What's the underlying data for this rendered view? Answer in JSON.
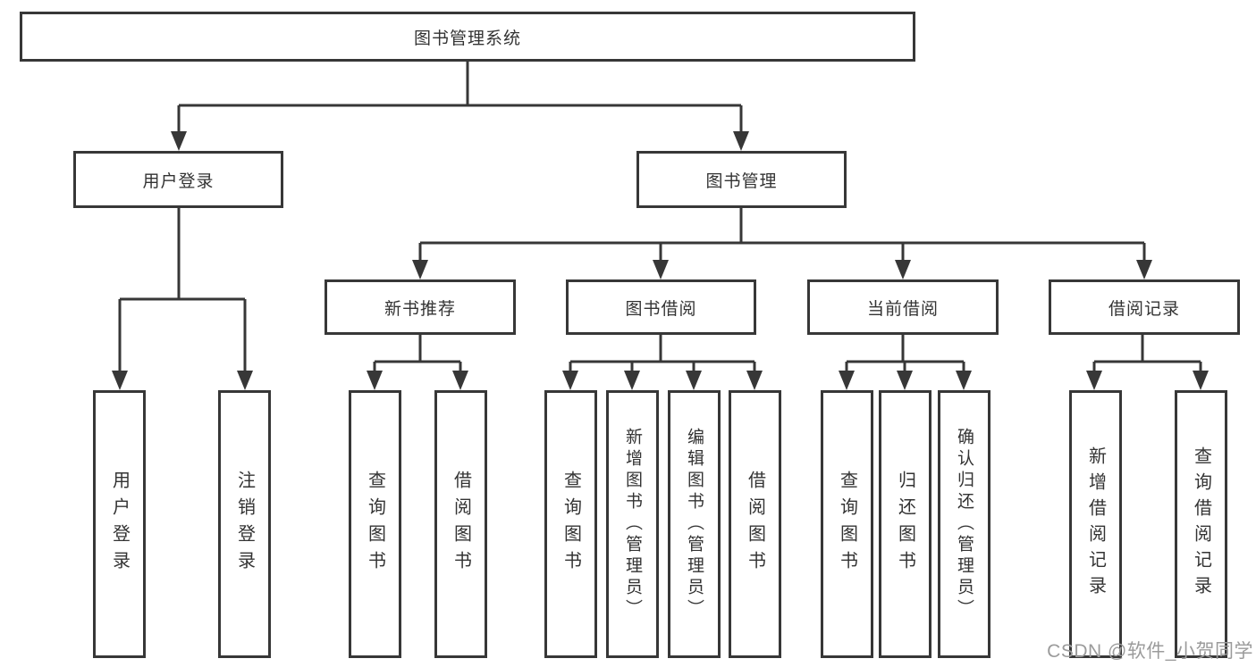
{
  "diagram": {
    "title": "图书管理系统",
    "level2": {
      "user_login": "用户登录",
      "book_management": "图书管理"
    },
    "level3": {
      "new_book_recommendation": "新书推荐",
      "book_borrowing": "图书借阅",
      "current_borrowing": "当前借阅",
      "borrowing_records": "借阅记录"
    },
    "leaves": {
      "user_login": [
        "用户登录",
        "注销登录"
      ],
      "new_book_recommendation": [
        "查询图书",
        "借阅图书"
      ],
      "book_borrowing": [
        "查询图书",
        "新增图书（管理员）",
        "编辑图书（管理员）",
        "借阅图书"
      ],
      "current_borrowing": [
        "查询图书",
        "归还图书",
        "确认归还（管理员）"
      ],
      "borrowing_records": [
        "新增借阅记录",
        "查询借阅记录"
      ]
    }
  },
  "watermark": "CSDN @软件_小贺同学",
  "colors": {
    "line": "#373737",
    "text": "#333333",
    "watermark_text": "#9b9b9b",
    "background": "#ffffff"
  }
}
